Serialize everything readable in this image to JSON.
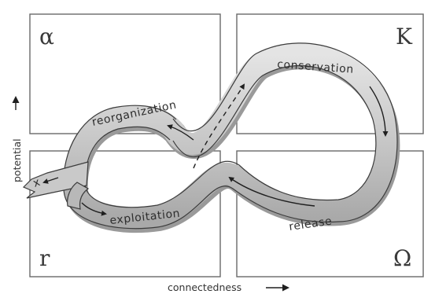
{
  "quadrants": {
    "top_left_symbol": "α",
    "top_right_symbol": "K",
    "bottom_left_symbol": "r",
    "bottom_right_symbol": "Ω"
  },
  "phases": {
    "conservation": "conservation",
    "reorganization": "reorganization",
    "exploitation": "exploitation",
    "release": "release",
    "exit_marker": "x"
  },
  "axes": {
    "y_label": "potential",
    "x_label": "connectedness"
  },
  "colors": {
    "band_fill": "#cfcfcf",
    "band_shadow": "#9a9a9a",
    "band_edge": "#3c3c3c",
    "frame": "#6a6a6a"
  }
}
